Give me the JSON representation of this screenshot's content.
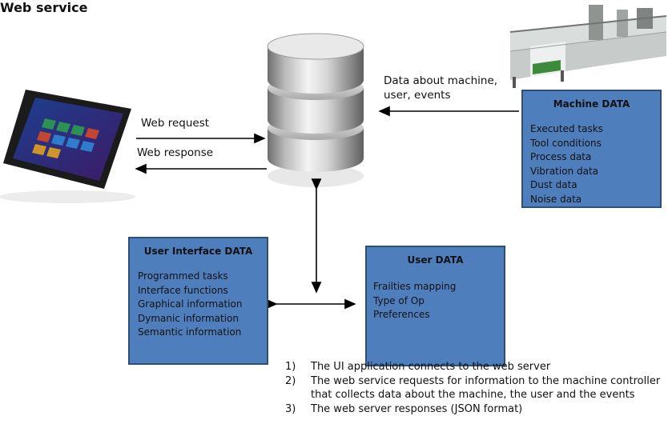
{
  "title": "Web service",
  "labels": {
    "web_request": "Web request",
    "web_response": "Web response",
    "machine_data_line1": "Data about machine,",
    "machine_data_line2": "user, events"
  },
  "boxes": {
    "machine": {
      "title": "Machine DATA",
      "items": [
        "Executed tasks",
        "Tool conditions",
        "Process data",
        "Vibration data",
        "Dust data",
        "Noise data"
      ]
    },
    "user_interface": {
      "title": "User Interface DATA",
      "items": [
        "Programmed tasks",
        "Interface functions",
        "Graphical information",
        "Dymanic information",
        "Semantic information"
      ]
    },
    "user": {
      "title": "User DATA",
      "items": [
        "Frailties mapping",
        "Type of Op",
        "Preferences"
      ]
    }
  },
  "steps": [
    {
      "num": "1)",
      "text": "The UI application connects to the web server"
    },
    {
      "num": "2)",
      "text": "The web service requests for information to the machine controller that collects data about the machine, the user and the events"
    },
    {
      "num": "3)",
      "text": "The web server responses (JSON format)"
    }
  ],
  "colors": {
    "box_fill": "#4f7ebd",
    "box_border": "#2f4f79",
    "machine_body": "#dfe3e2",
    "machine_accent": "#3d8a3a"
  }
}
